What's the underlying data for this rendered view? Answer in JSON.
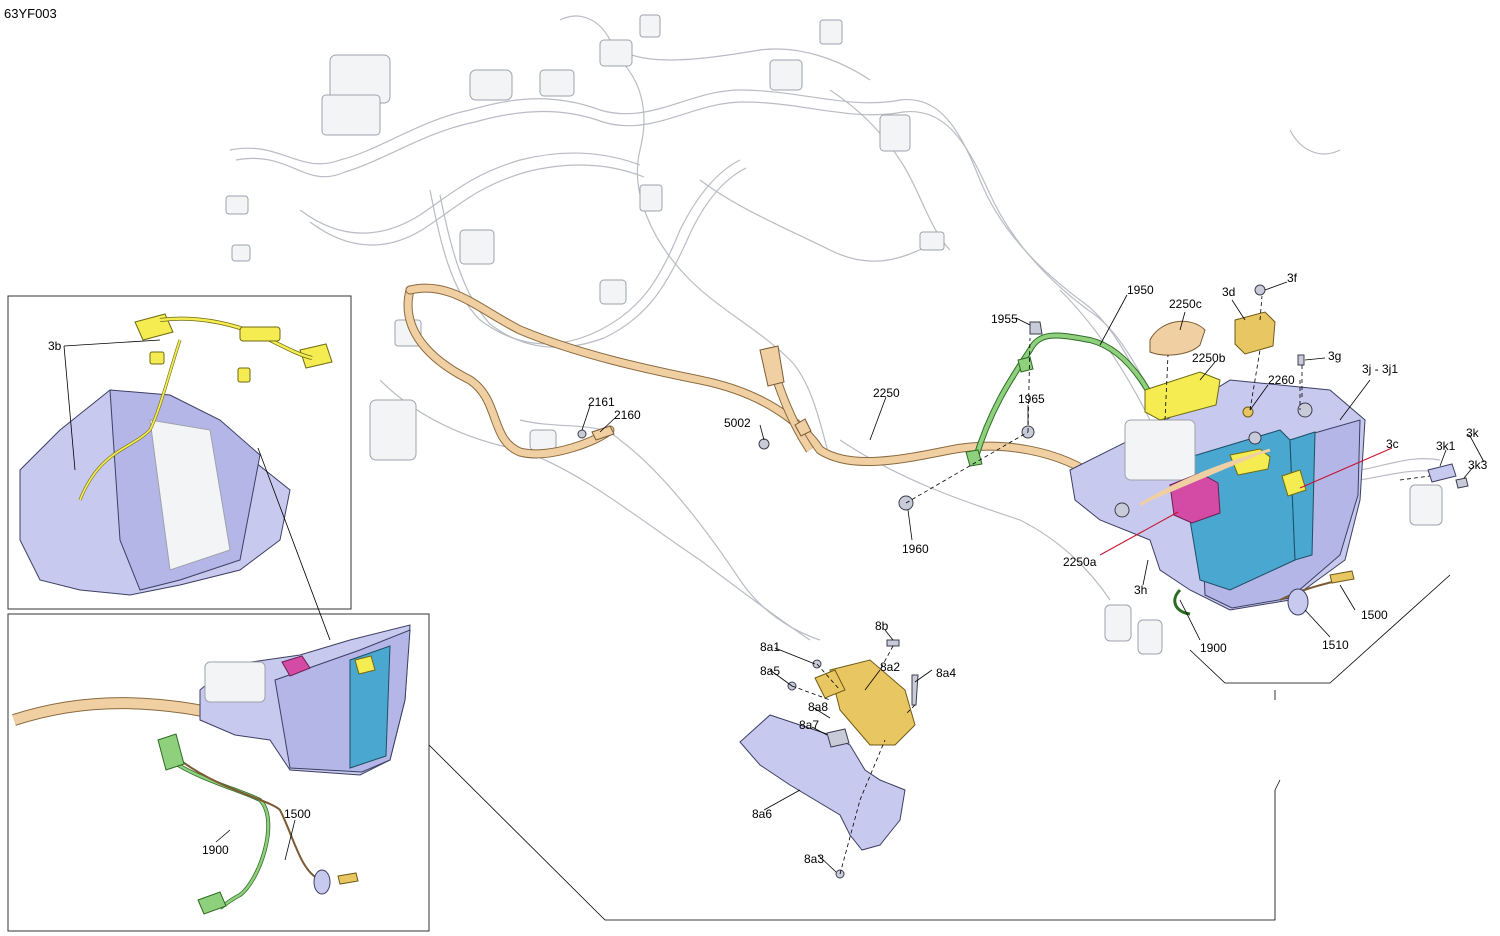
{
  "figure_code": "63YF003",
  "callouts": {
    "c1950": "1950",
    "c1955": "1955",
    "c2250c": "2250c",
    "c3d": "3d",
    "c3f": "3f",
    "c3g": "3g",
    "c2250b": "2250b",
    "c2260": "2260",
    "c3j": "3j - 3j1",
    "c3c": "3c",
    "c3k": "3k",
    "c3k1": "3k1",
    "c3k3": "3k3",
    "c1965": "1965",
    "c2250": "2250",
    "c5002": "5002",
    "c2161": "2161",
    "c2160": "2160",
    "c1960": "1960",
    "c2250a": "2250a",
    "c3h": "3h",
    "c1900": "1900",
    "c1510": "1510",
    "c1500": "1500",
    "c3b": "3b",
    "c8b": "8b",
    "c8a1": "8a1",
    "c8a2": "8a2",
    "c8a4": "8a4",
    "c8a5": "8a5",
    "c8a8": "8a8",
    "c8a7": "8a7",
    "c8a6": "8a6",
    "c8a3": "8a3",
    "inset_1900": "1900",
    "inset_1500": "1500"
  },
  "colors": {
    "tray": "#c7c9ee",
    "battery": "#4aa7cf",
    "terminal": "#d44ba5",
    "harness_yellow": "#f4ec51",
    "actuator": "#e8c661",
    "cable_green": "#8fd07d",
    "cable_orange": "#f0cfa3",
    "ghost_harness": "#b9bcc4"
  }
}
